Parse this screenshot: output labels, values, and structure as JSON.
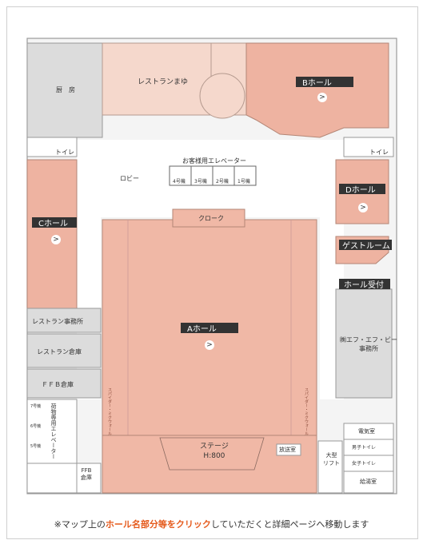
{
  "map": {
    "rooms": {
      "kitchen": "厨　房",
      "restaurant": "レストランまゆ",
      "b_hall": "Bホール",
      "c_hall": "Cホール",
      "d_hall": "Dホール",
      "a_hall": "Aホール",
      "guest_room": "ゲストルーム",
      "hall_reception": "ホール受付",
      "efb_office": "㈱エフ・エフ・ビー\n事務所",
      "restaurant_office": "レストラン事務所",
      "restaurant_storage": "レストラン倉庫",
      "ffb_storage": "ＦＦＢ倉庫",
      "ffb_storage2": "FFB\n倉庫",
      "lobby": "ロビー",
      "cloak": "クローク",
      "stage": "ステージ\nH:800",
      "broadcast_room": "放送室",
      "large_lift": "大型\nリフト",
      "electric_room": "電気室",
      "mens_toilet": "男子トイレ",
      "womens_toilet": "女子トイレ",
      "hot_water_room": "給湯室",
      "toilet_left": "トイレ",
      "toilet_right": "トイレ",
      "guest_elevator": "お客様用エレベーター",
      "freight_elevator": "荷物専用エレベーター",
      "spider_crane_left": "スパイダー・ミクウォール",
      "spider_crane_right": "スパイダー・ミクウォール"
    },
    "elevators": [
      "4号機",
      "3号機",
      "2号機",
      "1号機"
    ],
    "freight_units": [
      "7号機",
      "6号機",
      "5号機"
    ],
    "go_symbol": ">"
  },
  "caption": {
    "prefix": "※マップ上の",
    "highlight": "ホール名部分等をクリック",
    "suffix": "していただくと詳細ページへ移動します"
  },
  "colors": {
    "hall": "#eeb3a1",
    "hall_a": "#f0b8a6",
    "restaurant": "#f5d8cc",
    "gray_room": "#dcdcdc",
    "corridor": "#ffffff",
    "label_bg": "#333333"
  }
}
